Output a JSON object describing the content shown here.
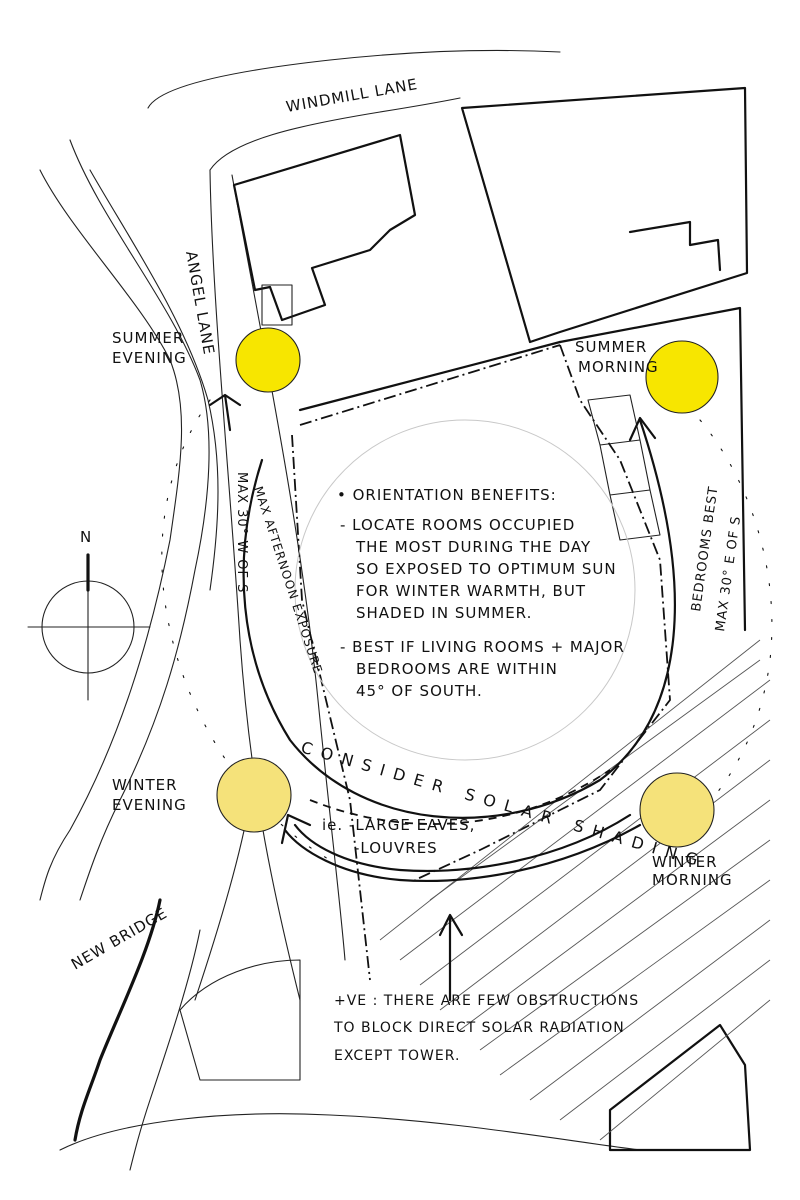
{
  "streets": {
    "windmill_lane": "WINDMILL LANE",
    "angel_lane": "ANGEL LANE",
    "new_bridge": "NEW BRIDGE"
  },
  "compass": {
    "north": "N"
  },
  "suns": {
    "summer_evening": {
      "line1": "SUMMER",
      "line2": "EVENING",
      "color": "#f7e600"
    },
    "summer_morning": {
      "line1": "SUMMER",
      "line2": "MORNING",
      "color": "#f7e600"
    },
    "winter_evening": {
      "line1": "WINTER",
      "line2": "EVENING",
      "color": "#f5e27a"
    },
    "winter_morning": {
      "line1": "WINTER",
      "line2": "MORNING",
      "color": "#f5e27a"
    }
  },
  "arc_labels": {
    "west": "MAX AFTERNOON EXPOSURE",
    "west_limit": "MAX 30° W OF S",
    "east": "BEDROOMS BEST",
    "east_limit": "MAX 30° E OF S",
    "shading": "CONSIDER SOLAR SHADING"
  },
  "shading_notes": {
    "line1": "ie. -LARGE EAVES,",
    "line2": "-LOUVRES"
  },
  "notes": {
    "heading": "• ORIENTATION BENEFITS:",
    "b1_l1": "- LOCATE ROOMS OCCUPIED",
    "b1_l2": "THE MOST DURING THE DAY",
    "b1_l3": "SO EXPOSED TO OPTIMUM SUN",
    "b1_l4": "FOR WINTER WARMTH, BUT",
    "b1_l5": "SHADED IN SUMMER.",
    "b2_l1": "- BEST IF LIVING ROOMS + MAJOR",
    "b2_l2": "BEDROOMS ARE WITHIN",
    "b2_l3": "45° OF SOUTH."
  },
  "positive_note": {
    "line1": "+VE : THERE ARE FEW OBSTRUCTIONS",
    "line2": "TO BLOCK DIRECT SOLAR RADIATION",
    "line3": "EXCEPT TOWER."
  }
}
